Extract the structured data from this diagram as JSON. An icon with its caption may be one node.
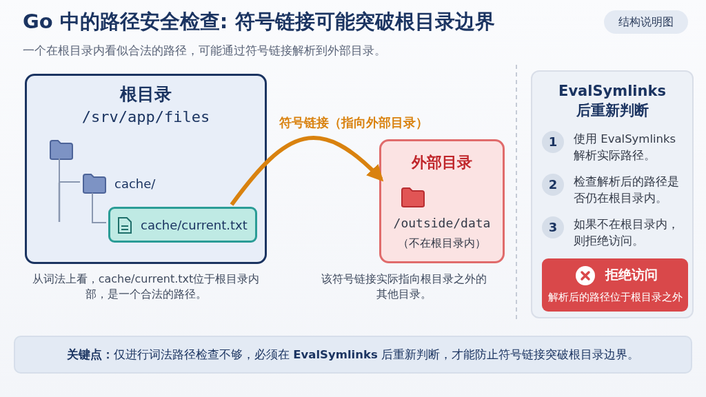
{
  "diagram": {
    "title": "Go 中的路径安全检查: 符号链接可能突破根目录边界",
    "nodes": [
      {
        "text": [
          "根目录",
          "/srv/app/files"
        ],
        "beside": [
          "从词法上看，cache/current.txt位于根目录内部，是一个合法的路径。"
        ]
      },
      {
        "text": [],
        "shape": "folder",
        "in": 0
      },
      {
        "text": [
          "cache/"
        ],
        "in": 0
      },
      {
        "text": [
          "cache/current.txt"
        ],
        "in": 0
      },
      {
        "text": [
          "外部目录",
          "/outside/data",
          "（不在根目录内）"
        ],
        "beside": [
          "该符号链接实际指向根目录之外的其他目录。"
        ]
      },
      {
        "text": [
          "EvalSymlinks 后重新判断"
        ]
      },
      {
        "text": [
          "1",
          "使用 EvalSymlinks 解析实际路径。"
        ],
        "in": 5
      },
      {
        "text": [
          "2",
          "检查解析后的路径是否仍在根目录内。"
        ],
        "in": 5
      },
      {
        "text": [
          "3",
          "如果不在根目录内，则拒绝访问。"
        ],
        "in": 5
      },
      {
        "text": [
          "拒绝访问",
          "解析后的路径位于根目录之外"
        ],
        "in": 5
      },
      {
        "text": [
          "**关键点：**仅进行词法路径检查不够，必须在 **EvalSymlinks** 后重新判断，才能防止符号链接突破根目录边界。"
        ]
      }
    ],
    "edges": [
      {
        "from": 1,
        "to": 2,
        "arrow": "none"
      },
      {
        "from": 2,
        "to": 3,
        "arrow": "none"
      },
      {
        "from": 3,
        "to": 4,
        "arrow": "to",
        "label": "符号链接（指向外部目录）",
        "style": "thick",
        "color": "#d9820f"
      }
    ],
    "labels": [
      "一个在根目录内看似合法的路径，可能通过符号链接解析到外部目录。",
      "结构说明图"
    ]
  }
}
